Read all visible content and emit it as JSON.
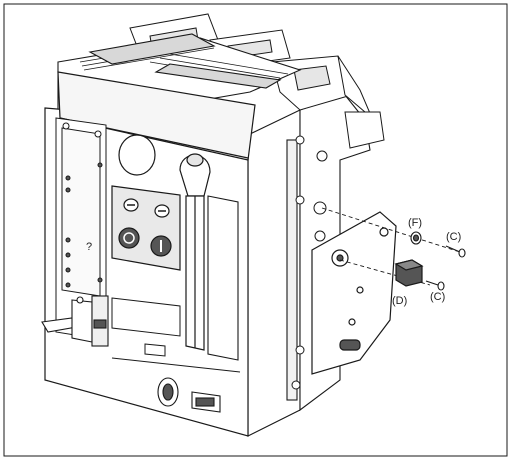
{
  "labels": {
    "F": "(F)",
    "C_top": "(C)",
    "D": "(D)",
    "C_bottom": "(C)",
    "question": "?"
  },
  "colors": {
    "line": "#1a1a1a",
    "shade": "#e6e6e6",
    "dark": "#555555",
    "paper": "#ffffff"
  }
}
